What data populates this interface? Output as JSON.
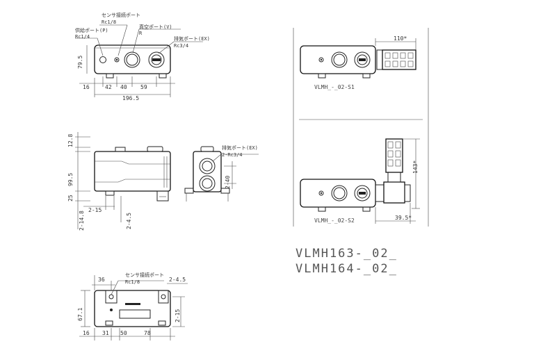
{
  "top_view": {
    "sensor_port": "センサ接続ポート",
    "sensor_port_size": "Rc1/8",
    "supply_port": "供給ポート(P)",
    "supply_port_size": "Rc1/4",
    "vacuum_port": "真空ポート(V)",
    "vacuum_port_size": "R",
    "exhaust_port": "排気ポート(EX)",
    "exhaust_port_size": "Rc3/4",
    "dims": [
      "79.5",
      "16",
      "42",
      "40",
      "59",
      "196.5"
    ]
  },
  "front_view": {
    "dims": [
      "12.8",
      "99.5",
      "25",
      "2-14.8",
      "2-15",
      "2-4.5"
    ]
  },
  "side_view": {
    "exhaust_port": "排気ポート(EX)",
    "exhaust_port_size": "2-Rc3/4",
    "dims": [
      "2-40"
    ]
  },
  "bottom_view": {
    "sensor_port": "センサ接続ポート",
    "sensor_port_size": "Rc1/8",
    "dims": [
      "36",
      "2-4.5",
      "67.1",
      "2-15",
      "16",
      "31",
      "50",
      "78"
    ]
  },
  "variant_s1": {
    "label": "VLMH_-_02-S1",
    "dim": "110*"
  },
  "variant_s2": {
    "label": "VLMH_-_02-S2",
    "dims": [
      "143*",
      "39.5*"
    ]
  },
  "models": [
    "VLMH163-_02_",
    "VLMH164-_02_"
  ]
}
